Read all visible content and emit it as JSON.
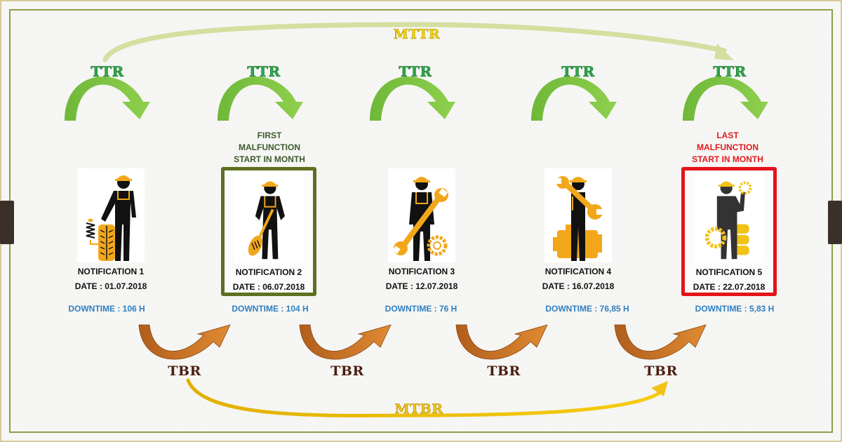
{
  "diagram": {
    "mttr_label": "MTTR",
    "mtbr_label": "MTBR",
    "ttr_label": "TTR",
    "tbr_label": "TBR",
    "colors": {
      "ttr_arrow": "#7dc241",
      "tbr_arrow": "#c06a23",
      "mttr_arrow": "#d7e2a3",
      "mtbr_arrow": "#f2c316",
      "first_highlight": "#5e7020",
      "last_highlight": "#e5141a",
      "downtime_text": "#2f7fc1"
    }
  },
  "markers": {
    "first": [
      "FIRST",
      "MALFUNCTION",
      "START IN MONTH"
    ],
    "last": [
      "LAST",
      "MALFUNCTION",
      "START IN MONTH"
    ]
  },
  "notifications": [
    {
      "title": "NOTIFICATION 1",
      "date": "DATE : 01.07.2018",
      "downtime": "DOWNTIME : 106 H",
      "icon": "worker-with-tire-and-spring"
    },
    {
      "title": "NOTIFICATION 2",
      "date": "DATE : 06.07.2018",
      "downtime": "DOWNTIME : 104 H",
      "icon": "worker-with-screwdriver"
    },
    {
      "title": "NOTIFICATION 3",
      "date": "DATE : 12.07.2018",
      "downtime": "DOWNTIME : 76 H",
      "icon": "worker-with-wrench-and-gear"
    },
    {
      "title": "NOTIFICATION 4",
      "date": "DATE : 16.07.2018",
      "downtime": "DOWNTIME : 76,85 H",
      "icon": "worker-with-wrench-and-engine"
    },
    {
      "title": "NOTIFICATION 5",
      "date": "DATE : 22.07.2018",
      "downtime": "DOWNTIME : 5,83 H",
      "icon": "worker-with-gears"
    }
  ]
}
